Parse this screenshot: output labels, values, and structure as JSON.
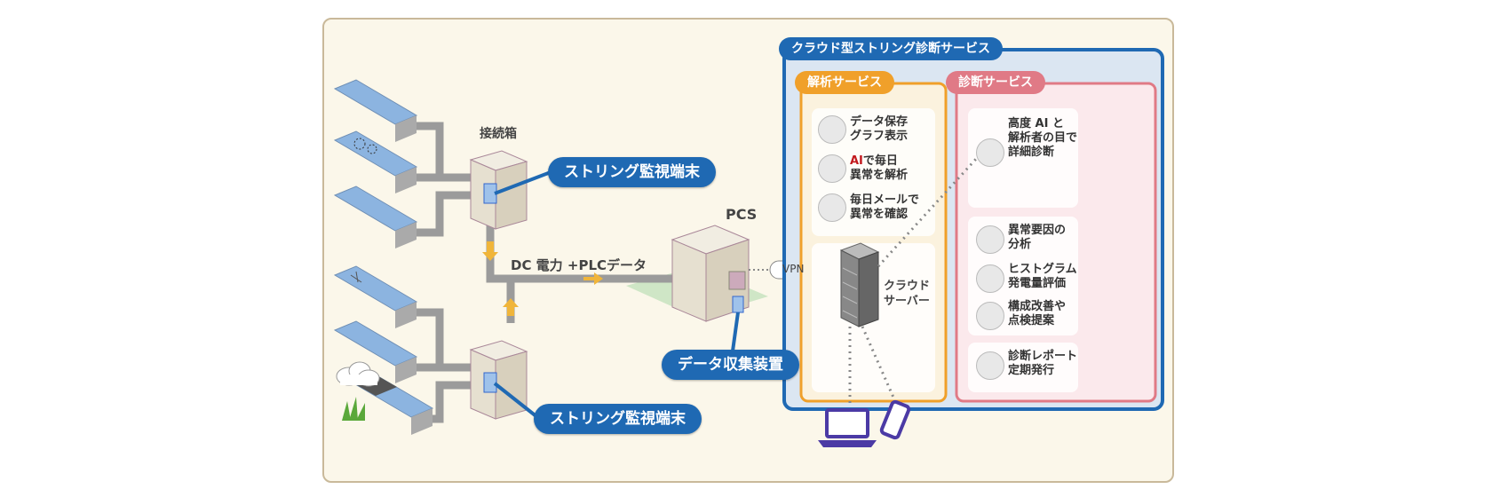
{
  "labels": {
    "junction_box": "接続箱",
    "pcs": "PCS",
    "flow_label": "DC 電力 +PLCデータ",
    "vpn": "VPN",
    "cloud_server": "クラウド\nサーバー"
  },
  "callouts": {
    "string_monitor_top": "ストリング監視端末",
    "string_monitor_bottom": "ストリング監視端末",
    "data_collector": "データ収集装置"
  },
  "cloud": {
    "title": "クラウド型ストリング診断サービス",
    "analysis": {
      "title": "解析サービス",
      "items": [
        {
          "icon": "graph-icon",
          "text": "データ保存\nグラフ表示"
        },
        {
          "icon": "magnifier-icon",
          "highlight": "AI",
          "text": "で毎日\n異常を解析"
        },
        {
          "icon": "mail-icon",
          "text": "毎日メールで\n異常を確認"
        }
      ]
    },
    "diagnosis": {
      "title": "診断サービス",
      "items": [
        {
          "icon": "person-icon",
          "text": "高度 AI と\n解析者の目で\n詳細診断"
        },
        {
          "icon": "magnifier-icon",
          "text": "異常要因の\n分析"
        },
        {
          "icon": "histogram-icon",
          "text": "ヒストグラム\n発電量評価"
        },
        {
          "icon": "magnifier-icon",
          "text": "構成改善や\n点検提案"
        },
        {
          "icon": "report-icon",
          "text": "診断レポート\n定期発行"
        }
      ]
    }
  },
  "colors": {
    "blue": "#1f69b3",
    "orange": "#f0a02a",
    "pink": "#e07a86",
    "cloud_bg": "#dbe6f2",
    "pipe": "#9b9b9b",
    "arrow": "#f0b53a"
  }
}
